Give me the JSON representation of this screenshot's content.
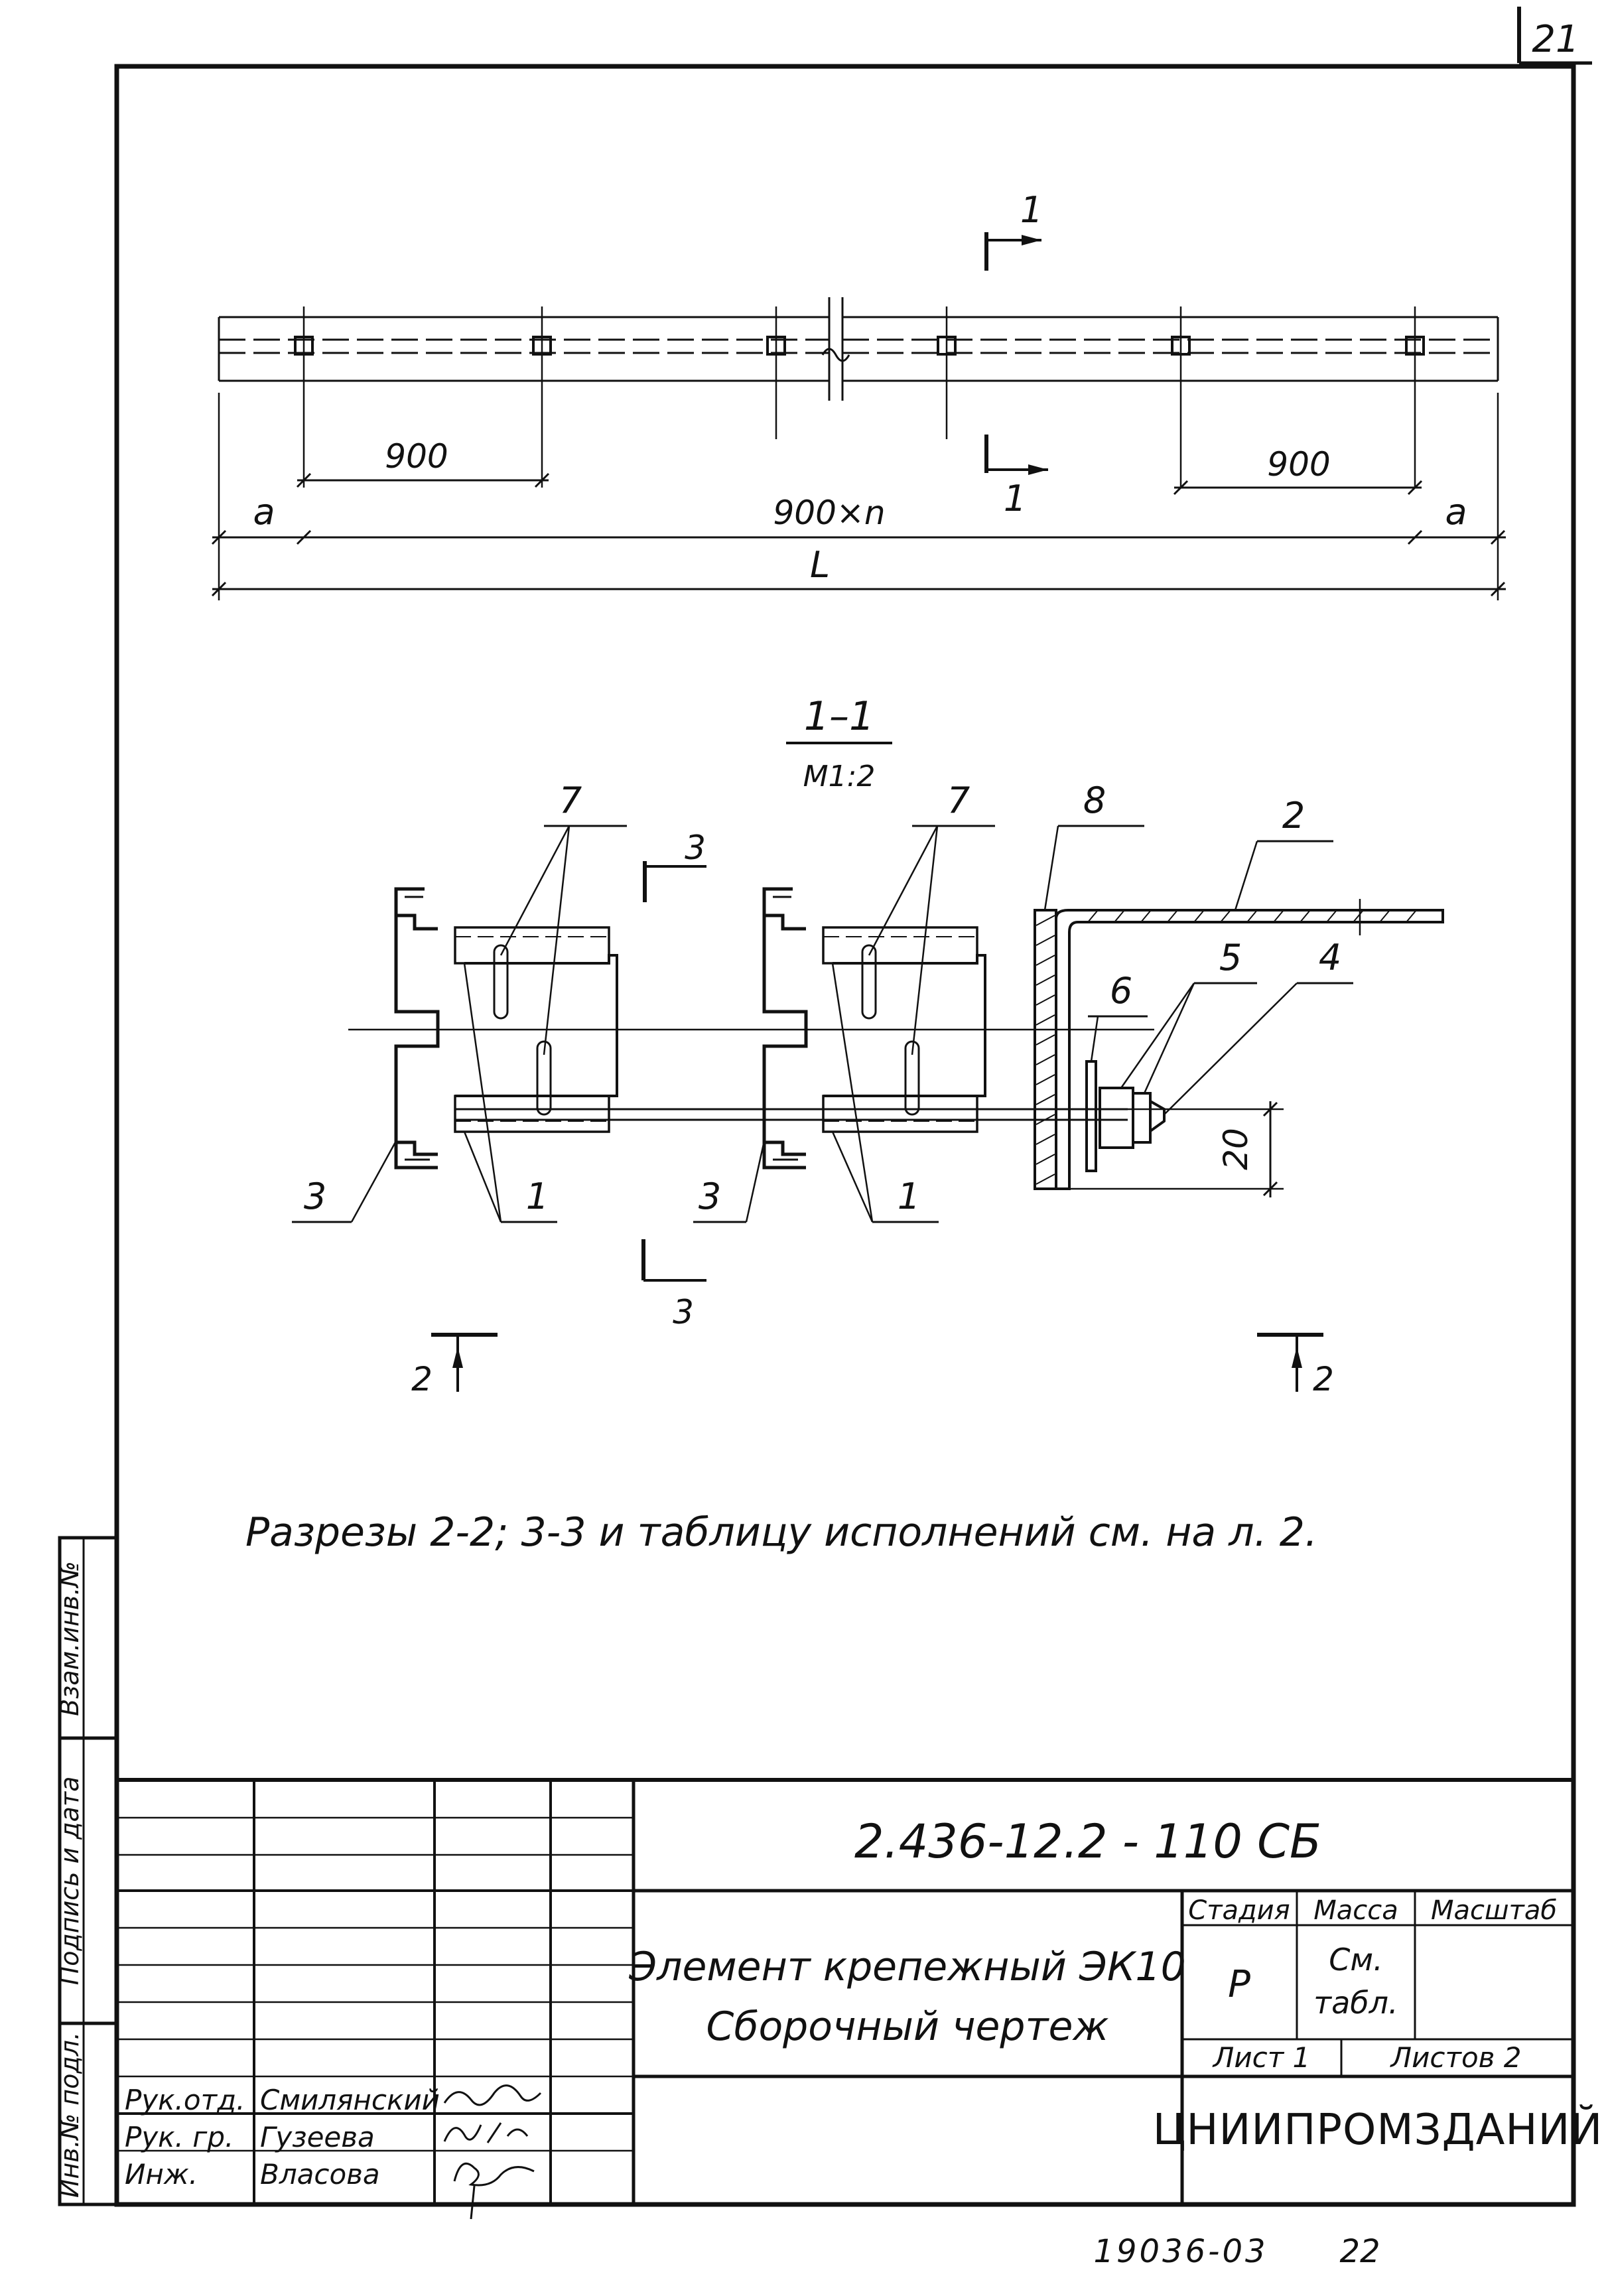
{
  "page": {
    "number": "21",
    "footer_left": "19036-03",
    "footer_right": "22"
  },
  "plan": {
    "section_mark": "1",
    "dim_spacing_left": "900",
    "dim_spacing_right": "900",
    "dim_edge_left": "a",
    "dim_edge_right": "a",
    "dim_middle": "900×n",
    "dim_total": "L"
  },
  "section": {
    "title": "1–1",
    "scale": "M1:2",
    "cut_mark_3": "3",
    "view_mark_2": "2",
    "dim_height": "20",
    "callouts": {
      "c1": "1",
      "c2": "2",
      "c3": "3",
      "c4": "4",
      "c5": "5",
      "c6": "6",
      "c7": "7",
      "c8": "8"
    }
  },
  "note": "Разрезы 2-2; 3-3 и таблицу исполнений см. на л. 2.",
  "side_stamp": {
    "inv_podl": "Инв.№ подл.",
    "podpis_data": "Подпись и дата",
    "vzam_inv": "Взам.инв.№"
  },
  "title_block": {
    "doc_code": "2.436-12.2 - 110 СБ",
    "title_line1": "Элемент крепежный ЭК10",
    "title_line2": "Сборочный чертеж",
    "stage_header": "Стадия",
    "mass_header": "Масса",
    "scale_header": "Масштаб",
    "stage_value": "Р",
    "mass_value_1": "См.",
    "mass_value_2": "табл.",
    "sheet_label": "Лист 1",
    "sheets_label": "Листов 2",
    "organization": "ЦНИИПРОМЗДАНИЙ",
    "roles": [
      {
        "role": "Рук.отд.",
        "name": "Смилянский"
      },
      {
        "role": "Рук. гр.",
        "name": "Гузеева"
      },
      {
        "role": "Инж.",
        "name": "Власова"
      }
    ]
  }
}
